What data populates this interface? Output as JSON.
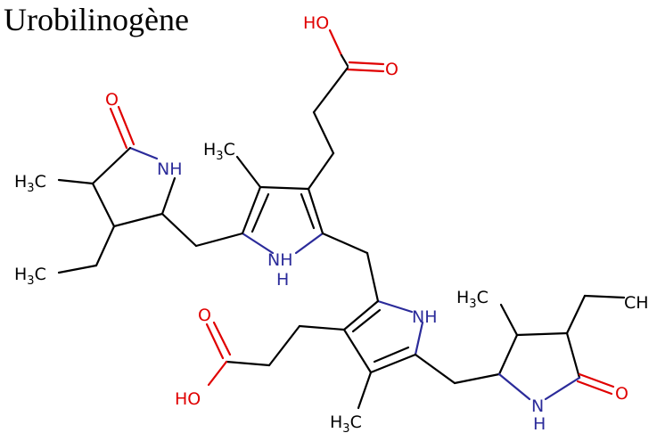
{
  "title": "Urobilinogène",
  "colors": {
    "bond": "#000000",
    "oxygen": "#e00000",
    "nitrogen": "#2b2b9a"
  },
  "labels": {
    "ho_top": "HO",
    "o_top": "O",
    "o_left_ring": "O",
    "nh_left_ring": "NH",
    "h3c_mid": "H",
    "h3c_mid_sub": "3",
    "h3c_mid_c": "C",
    "h3c_left": "H",
    "h3c_left_sub": "3",
    "h3c_left_c": "C",
    "h3c_lower_left": "H",
    "h3c_lower_left_sub": "3",
    "h3c_lower_left_c": "C",
    "nh_pyrrole1_n": "NH",
    "nh_pyrrole1_h": "H",
    "nh_pyrrole2": "NH",
    "o_bottom_acid": "O",
    "ho_bottom": "HO",
    "h3c_right": "H",
    "h3c_right_sub": "3",
    "h3c_right_c": "C",
    "ch_right": "CH",
    "h3c_bottom": "H",
    "h3c_bottom_sub": "3",
    "h3c_bottom_c": "C",
    "o_right_ring": "O",
    "nh_right_ring_n": "N",
    "nh_right_ring_h": "H"
  }
}
